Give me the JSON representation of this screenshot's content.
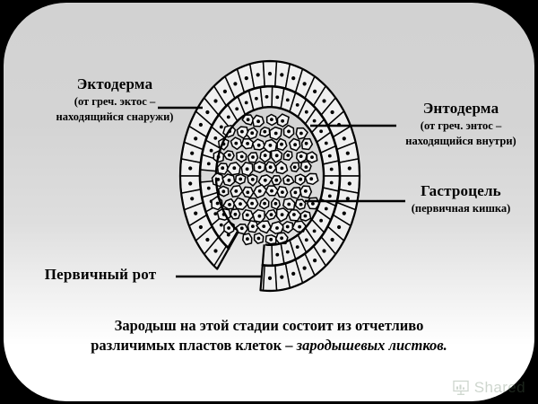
{
  "slide": {
    "background_color": "#000000",
    "panel_color_top": "#d2d2d2",
    "panel_color_bottom": "#ffffff",
    "ink_color": "#000000"
  },
  "labels": {
    "ectoderm": {
      "title": "Эктодерма",
      "subtitle_line1": "(от греч. эктос –",
      "subtitle_line2": "находящийся снаружи)"
    },
    "entoderm": {
      "title": "Энтодерма",
      "subtitle_line1": "(от греч. энтос –",
      "subtitle_line2": "находящийся внутри)"
    },
    "gastrocoel": {
      "title": "Гастроцель",
      "subtitle_line1": "(первичная кишка)"
    },
    "blastopore": {
      "title": "Первичный рот"
    }
  },
  "caption": {
    "line1": "Зародыш на этой стадии состоит из отчетливо",
    "line2_plain": "различимых пластов клеток – ",
    "line2_italic": "зародышевых листков."
  },
  "watermark": {
    "text": "Shared",
    "icon": "presentation-chart-icon",
    "color": "#5f7a5f"
  },
  "diagram": {
    "name": "gastrula-cross-section",
    "parts": [
      "ectoderm-outer-layer",
      "endoderm-inner-layer",
      "gastrocoel-cavity-cell-mass",
      "blastopore-opening"
    ]
  }
}
